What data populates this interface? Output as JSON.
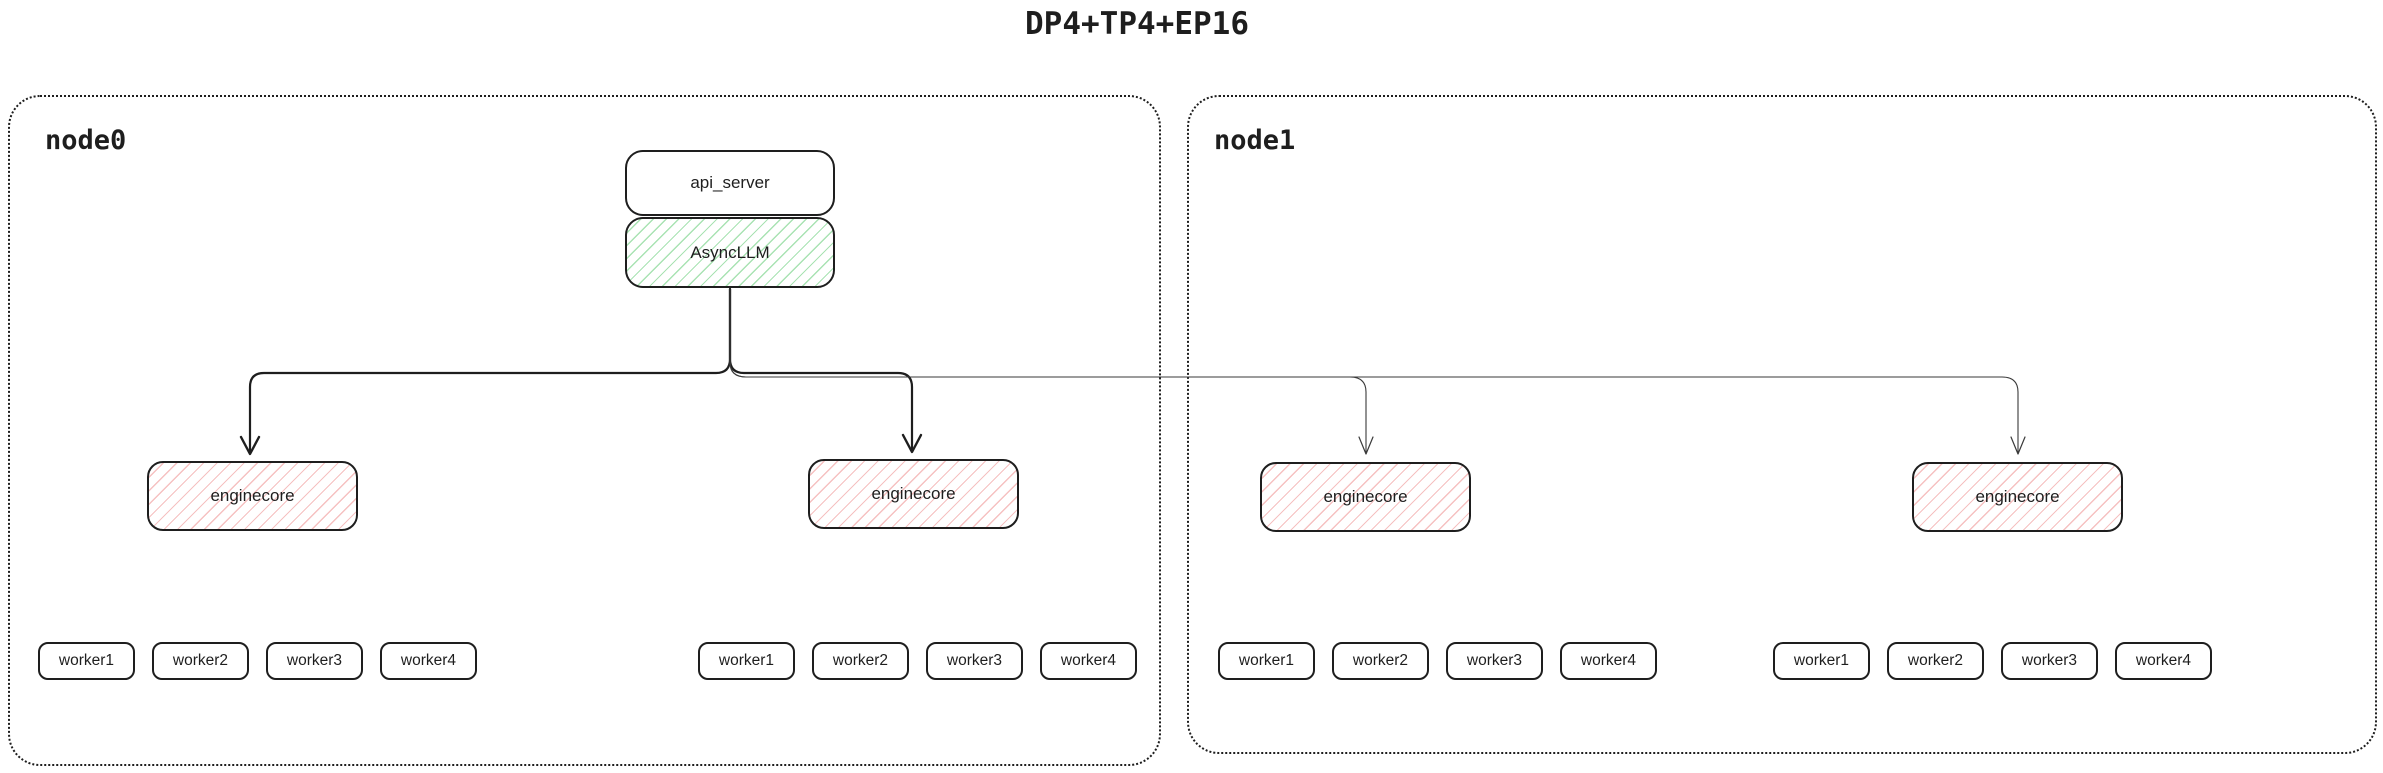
{
  "title": "DP4+TP4+EP16",
  "nodes": [
    {
      "label": "node0",
      "api_server_label": "api_server",
      "asyncllm_label": "AsyncLLM",
      "enginecores": [
        {
          "label": "enginecore",
          "workers": [
            "worker1",
            "worker2",
            "worker3",
            "worker4"
          ]
        },
        {
          "label": "enginecore",
          "workers": [
            "worker1",
            "worker2",
            "worker3",
            "worker4"
          ]
        }
      ]
    },
    {
      "label": "node1",
      "enginecores": [
        {
          "label": "enginecore",
          "workers": [
            "worker1",
            "worker2",
            "worker3",
            "worker4"
          ]
        },
        {
          "label": "enginecore",
          "workers": [
            "worker1",
            "worker2",
            "worker3",
            "worker4"
          ]
        }
      ]
    }
  ],
  "colors": {
    "ink": "#1e1e1e",
    "asyncllm_hatch": "#40c057",
    "enginecore_hatch": "#e03131"
  }
}
